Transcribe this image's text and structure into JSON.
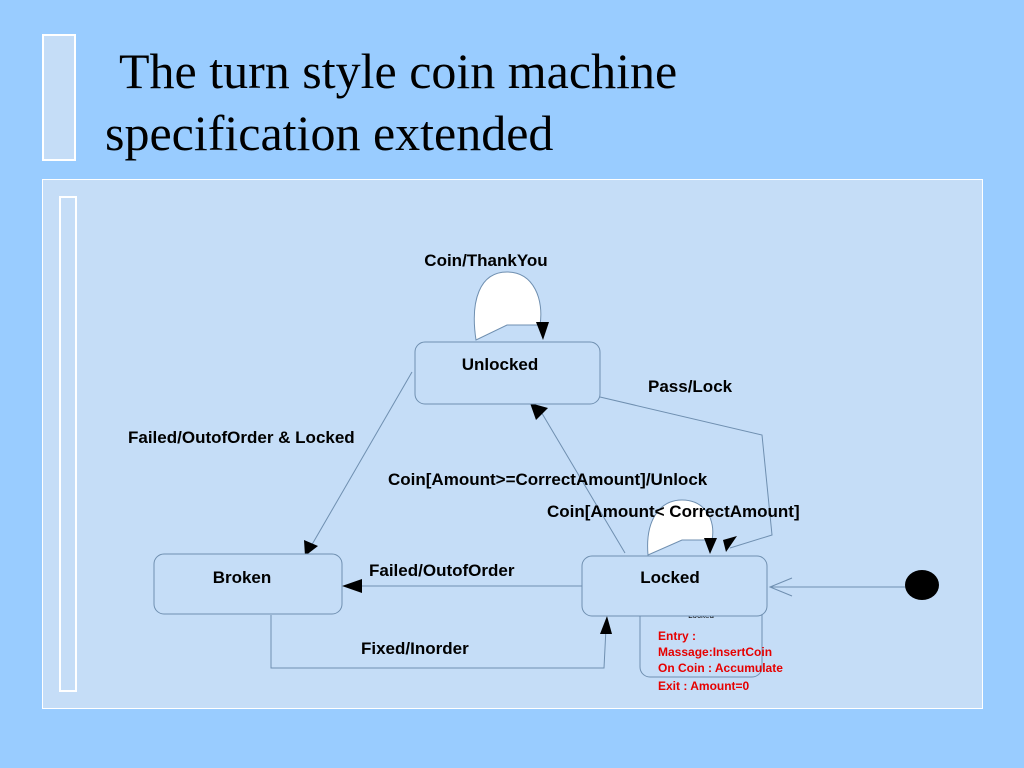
{
  "title": {
    "line1": "The turn style coin machine",
    "line2": "specification extended"
  },
  "states": {
    "unlocked": "Unlocked",
    "locked": "Locked",
    "broken": "Broken"
  },
  "transitions": {
    "coin_thankyou": "Coin/ThankYou",
    "pass_lock": "Pass/Lock",
    "failed_outoforder_locked": "Failed/OutofOrder & Locked",
    "coin_unlock": "Coin[Amount>=CorrectAmount]/Unlock",
    "coin_less": "Coin[Amount< CorrectAmount]",
    "failed_outoforder": "Failed/OutofOrder",
    "fixed_inorder": "Fixed/Inorder"
  },
  "locked_detail": {
    "heading": "Locked",
    "lines": [
      "Entry :",
      "Massage:InsertCoin",
      "On Coin : Accumulate",
      "Exit :  Amount=0"
    ]
  },
  "colors": {
    "background": "#99ccff",
    "panel": "#c5ddf7",
    "action_text": "#e60000"
  }
}
